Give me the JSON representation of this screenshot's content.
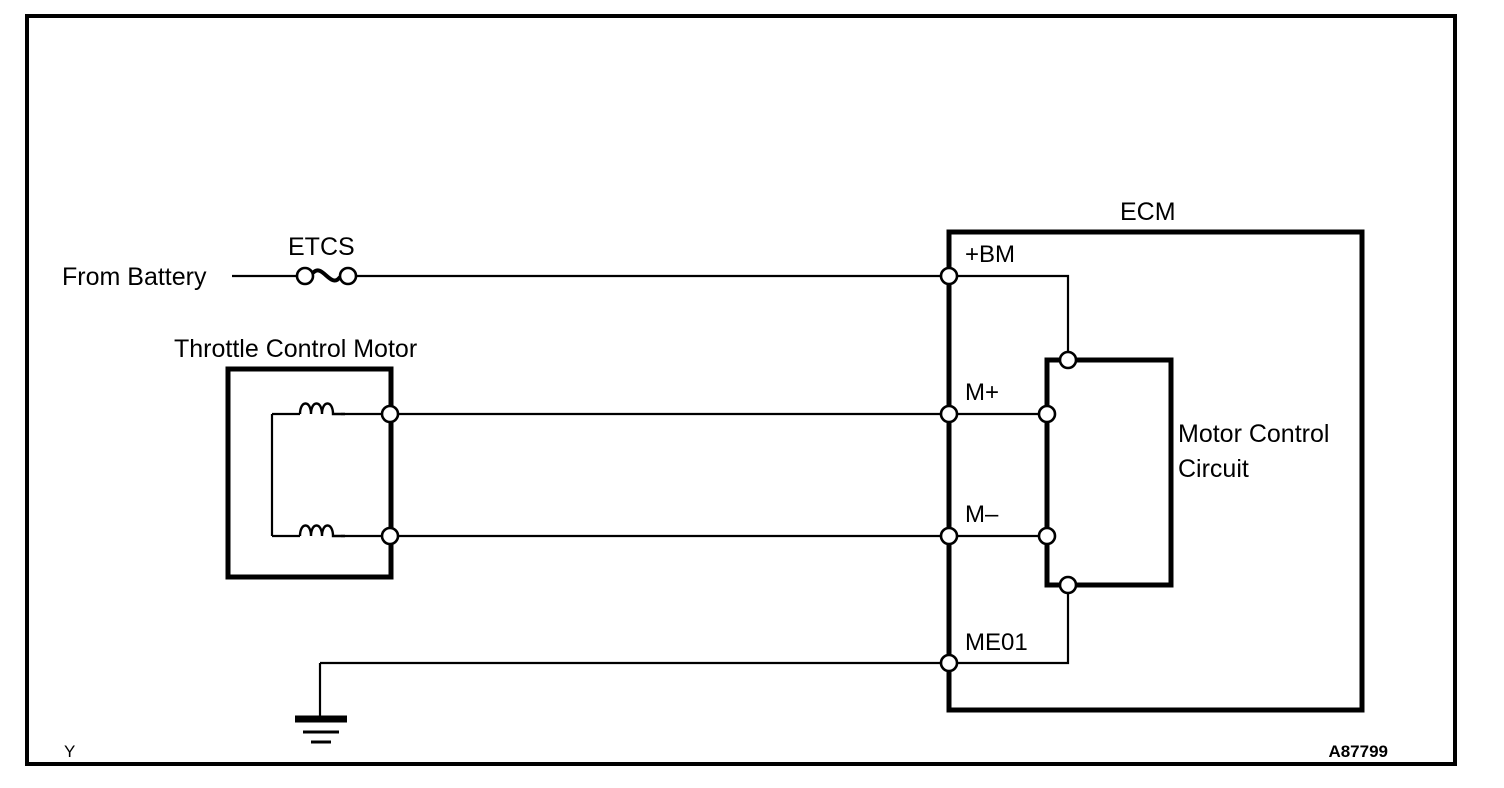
{
  "diagram": {
    "type": "automotive-wiring-schematic",
    "figure_code": "A87799",
    "corner_mark": "Y",
    "labels": {
      "from_battery": "From Battery",
      "etcs_fuse": "ETCS",
      "throttle_control_motor": "Throttle Control Motor",
      "ecm": "ECM",
      "motor_control_circuit_line1": "Motor Control",
      "motor_control_circuit_line2": "Circuit"
    },
    "ecm_terminals": [
      {
        "name": "+BM",
        "label": "+BM"
      },
      {
        "name": "M+",
        "label": "M+"
      },
      {
        "name": "M-",
        "label": "M–"
      },
      {
        "name": "ME01",
        "label": "ME01"
      }
    ],
    "components": [
      {
        "name": "fuse",
        "label": "ETCS"
      },
      {
        "name": "motor",
        "label": "Throttle Control Motor"
      },
      {
        "name": "ecm-module",
        "label": "ECM"
      },
      {
        "name": "motor-control-circuit",
        "label": "Motor Control Circuit"
      },
      {
        "name": "ground",
        "label": ""
      }
    ],
    "colors": {
      "line": "#000000",
      "background": "#ffffff",
      "terminal_fill": "#ffffff"
    }
  }
}
